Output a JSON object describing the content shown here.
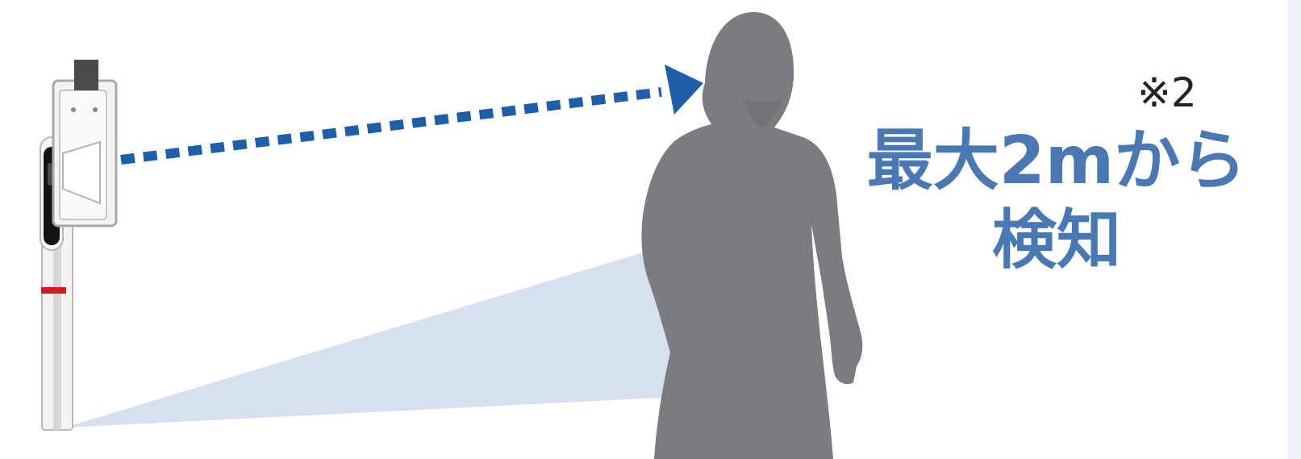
{
  "annotation": {
    "note": "※2",
    "headline_line1": "最大2mから",
    "headline_line2": "検知"
  },
  "colors": {
    "accent": "#4a78b2",
    "arrow": "#1f5ea8",
    "beam": "#d7e0f1",
    "silhouette": "#7b7c80"
  },
  "icons": {
    "device": "thermal-camera-stand-icon",
    "arrow": "detection-arrow-icon",
    "person": "person-silhouette-icon"
  }
}
